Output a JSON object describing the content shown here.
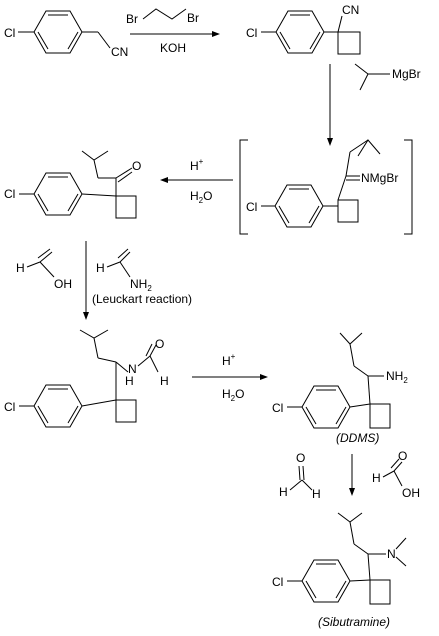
{
  "scheme": {
    "step1": {
      "reagent": "Br",
      "reagent2": "Br",
      "base": "KOH"
    },
    "start": {
      "cl": "Cl",
      "cn": "CN"
    },
    "nitrile": {
      "cl": "Cl",
      "cn": "CN"
    },
    "grignard": {
      "label": "MgBr"
    },
    "imine": {
      "cl": "Cl",
      "label": "NMgBr"
    },
    "hydrolysis1": {
      "acid": "H",
      "water": "H",
      "water_o": "O",
      "sub2": "2",
      "plus": "+"
    },
    "ketone": {
      "cl": "Cl",
      "o": "O"
    },
    "formic1": {
      "h": "H",
      "oh": "OH"
    },
    "formamide": {
      "h": "H",
      "nh2": "NH",
      "sub2": "2"
    },
    "leuckart": {
      "label": "(Leuckart reaction)"
    },
    "formyl": {
      "cl": "Cl",
      "nh": "N",
      "h1": "H",
      "o": "O",
      "h2": "H"
    },
    "hydrolysis2": {
      "acid": "H",
      "plus": "+",
      "water": "H",
      "water_o": "O",
      "sub2": "2"
    },
    "ddms": {
      "cl": "Cl",
      "nh2": "NH",
      "sub2": "2",
      "name": "(DDMS)"
    },
    "formaldehyde": {
      "o": "O",
      "h1": "H",
      "h2": "H"
    },
    "formic2": {
      "h": "H",
      "o": "O",
      "oh": "OH"
    },
    "sibutramine": {
      "cl": "Cl",
      "n": "N",
      "name": "(Sibutramine)"
    }
  }
}
